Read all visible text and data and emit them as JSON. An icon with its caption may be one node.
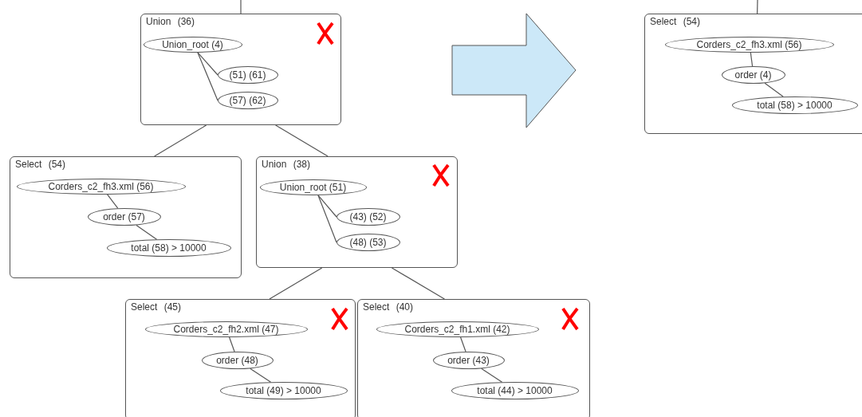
{
  "diagram": {
    "nodes": [
      {
        "text": [
          "Union (36)"
        ]
      },
      {
        "text": [
          "Union_root (4)"
        ],
        "in": 0
      },
      {
        "text": [
          "(51) (61)"
        ],
        "in": 0
      },
      {
        "text": [
          "(57) (62)"
        ],
        "in": 0
      },
      {
        "text": [
          "Select (54)"
        ]
      },
      {
        "text": [
          "Corders_c2_fh3.xml (56)"
        ],
        "in": 4
      },
      {
        "text": [
          "order (57)"
        ],
        "in": 4
      },
      {
        "text": [
          "total (58) > 10000"
        ],
        "in": 4
      },
      {
        "text": [
          "Union (38)"
        ]
      },
      {
        "text": [
          "Union_root (51)"
        ],
        "in": 8
      },
      {
        "text": [
          "(43) (52)"
        ],
        "in": 8
      },
      {
        "text": [
          "(48) (53)"
        ],
        "in": 8
      },
      {
        "text": [
          "Select (45)"
        ]
      },
      {
        "text": [
          "Corders_c2_fh2.xml (47)"
        ],
        "in": 12
      },
      {
        "text": [
          "order (48)"
        ],
        "in": 12
      },
      {
        "text": [
          "total (49) > 10000"
        ],
        "in": 12
      },
      {
        "text": [
          "Select (40)"
        ]
      },
      {
        "text": [
          "Corders_c2_fh1.xml (42)"
        ],
        "in": 16
      },
      {
        "text": [
          "order (43)"
        ],
        "in": 16
      },
      {
        "text": [
          "total (44) > 10000"
        ],
        "in": 16
      },
      {
        "text": [
          "Select (54)"
        ]
      },
      {
        "text": [
          "Corders_c2_fh3.xml (56)"
        ],
        "in": 20
      },
      {
        "text": [
          "order (4)"
        ],
        "in": 20
      },
      {
        "text": [
          "total (58) > 10000"
        ],
        "in": 20
      }
    ],
    "edges": [
      {
        "from": null,
        "to": 0,
        "arrow": "none"
      },
      {
        "from": 0,
        "to": 4,
        "arrow": "none"
      },
      {
        "from": 0,
        "to": 8,
        "arrow": "none"
      },
      {
        "from": 8,
        "to": 12,
        "arrow": "none"
      },
      {
        "from": 8,
        "to": 16,
        "arrow": "none"
      },
      {
        "from": 1,
        "to": 2,
        "arrow": "none"
      },
      {
        "from": 1,
        "to": 3,
        "arrow": "none"
      },
      {
        "from": 5,
        "to": 6,
        "arrow": "none"
      },
      {
        "from": 6,
        "to": 7,
        "arrow": "none"
      },
      {
        "from": 9,
        "to": 10,
        "arrow": "none"
      },
      {
        "from": 9,
        "to": 11,
        "arrow": "none"
      },
      {
        "from": 13,
        "to": 14,
        "arrow": "none"
      },
      {
        "from": 14,
        "to": 15,
        "arrow": "none"
      },
      {
        "from": 17,
        "to": 18,
        "arrow": "none"
      },
      {
        "from": 18,
        "to": 19,
        "arrow": "none"
      },
      {
        "from": null,
        "to": 20,
        "arrow": "none"
      },
      {
        "from": 21,
        "to": 22,
        "arrow": "none"
      },
      {
        "from": 22,
        "to": 23,
        "arrow": "none"
      }
    ]
  }
}
